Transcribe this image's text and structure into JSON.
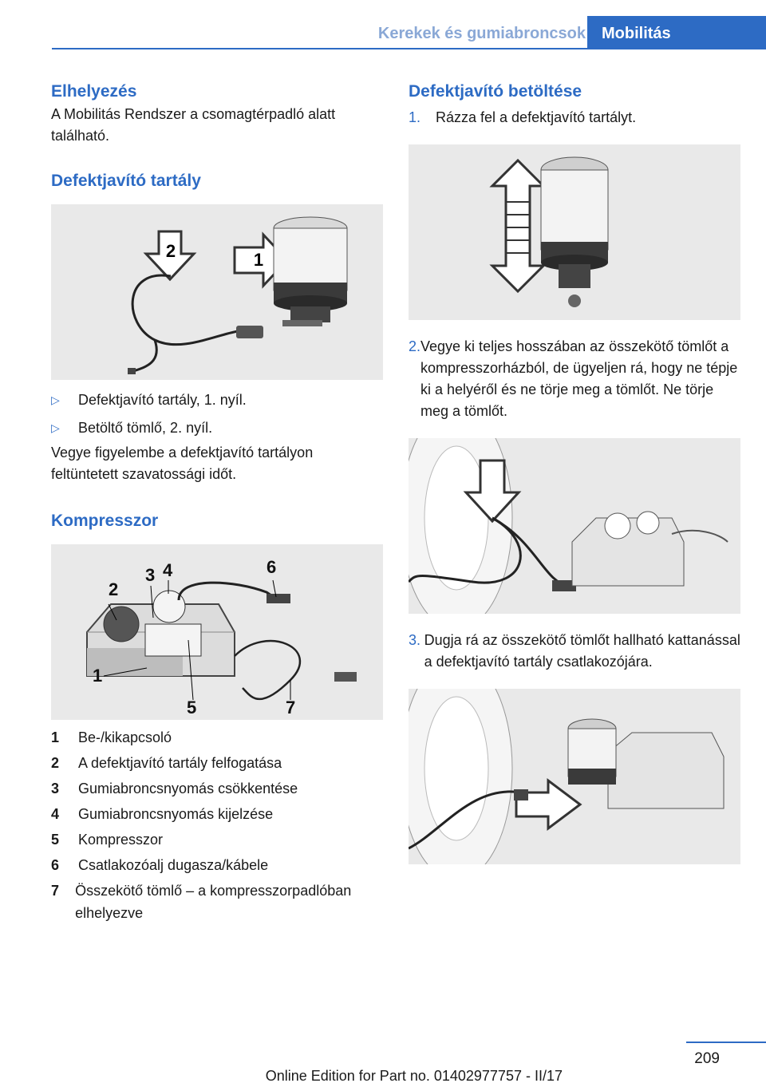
{
  "header": {
    "section": "Kerekek és gumiabroncsok",
    "tab": "Mobilitás"
  },
  "left": {
    "h_elhelyezes": "Elhelyezés",
    "p_elhelyezes": "A Mobilitás Rendszer a csomagtérpadló alatt található.",
    "h_tartaly": "Defektjavító tartály",
    "fig1_labels": [
      "2",
      "1"
    ],
    "bullets": [
      "Defektjavító tartály, 1. nyíl.",
      "Betöltő tömlő, 2. nyíl."
    ],
    "note": "Vegye figyelembe a defektjavító tartályon feltüntetett szavatossági időt.",
    "h_kompresszor": "Kompresszor",
    "fig2_labels": [
      "1",
      "2",
      "3",
      "4",
      "5",
      "6",
      "7"
    ],
    "legend": [
      {
        "n": "1",
        "t": "Be-/kikapcsoló"
      },
      {
        "n": "2",
        "t": "A defektjavító tartály felfogatása"
      },
      {
        "n": "3",
        "t": "Gumiabroncsnyomás csökkentése"
      },
      {
        "n": "4",
        "t": "Gumiabroncsnyomás kijelzése"
      },
      {
        "n": "5",
        "t": "Kompresszor"
      },
      {
        "n": "6",
        "t": "Csatlakozóalj dugasza/kábele"
      },
      {
        "n": "7",
        "t": "Összekötő tömlő – a kompresszorpadlóban elhelyezve"
      }
    ]
  },
  "right": {
    "h_betoltes": "Defektjavító betöltése",
    "steps": [
      {
        "n": "1.",
        "t": "Rázza fel a defektjavító tartályt."
      },
      {
        "n": "2.",
        "t": "Vegye ki teljes hosszában az összekötő tömlőt a kompresszorházból, de ügyeljen rá, hogy ne tépje ki a helyéről és ne törje meg a tömlőt. Ne törje meg a tömlőt."
      },
      {
        "n": "3.",
        "t": "Dugja rá az összekötő tömlőt hallható kattanással a defektjavító tartály csatlakozójára."
      }
    ]
  },
  "footer": {
    "page": "209",
    "edition": "Online Edition for Part no. 01402977757 - II/17"
  }
}
